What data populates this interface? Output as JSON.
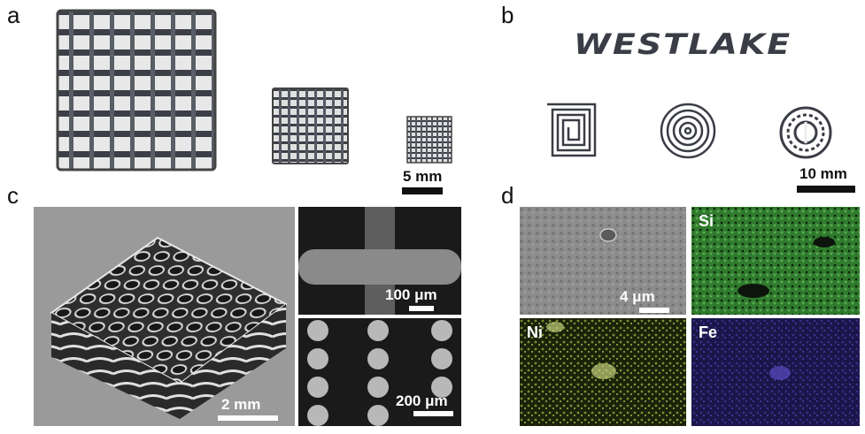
{
  "panels": {
    "a": {
      "label": "a",
      "scale_bar": "5 mm"
    },
    "b": {
      "label": "b",
      "logo_text": "WESTLAKE",
      "scale_bar": "10 mm"
    },
    "c": {
      "label": "c",
      "main_scale": "2 mm",
      "top_right_scale": "100 μm",
      "bottom_right_scale": "200 μm"
    },
    "d": {
      "label": "d",
      "sem_scale": "4 μm",
      "maps": [
        {
          "element": "Si",
          "color": "#3f8f3a"
        },
        {
          "element": "Ni",
          "color": "#8a9a3a"
        },
        {
          "element": "Fe",
          "color": "#3a2f8a"
        }
      ]
    }
  }
}
